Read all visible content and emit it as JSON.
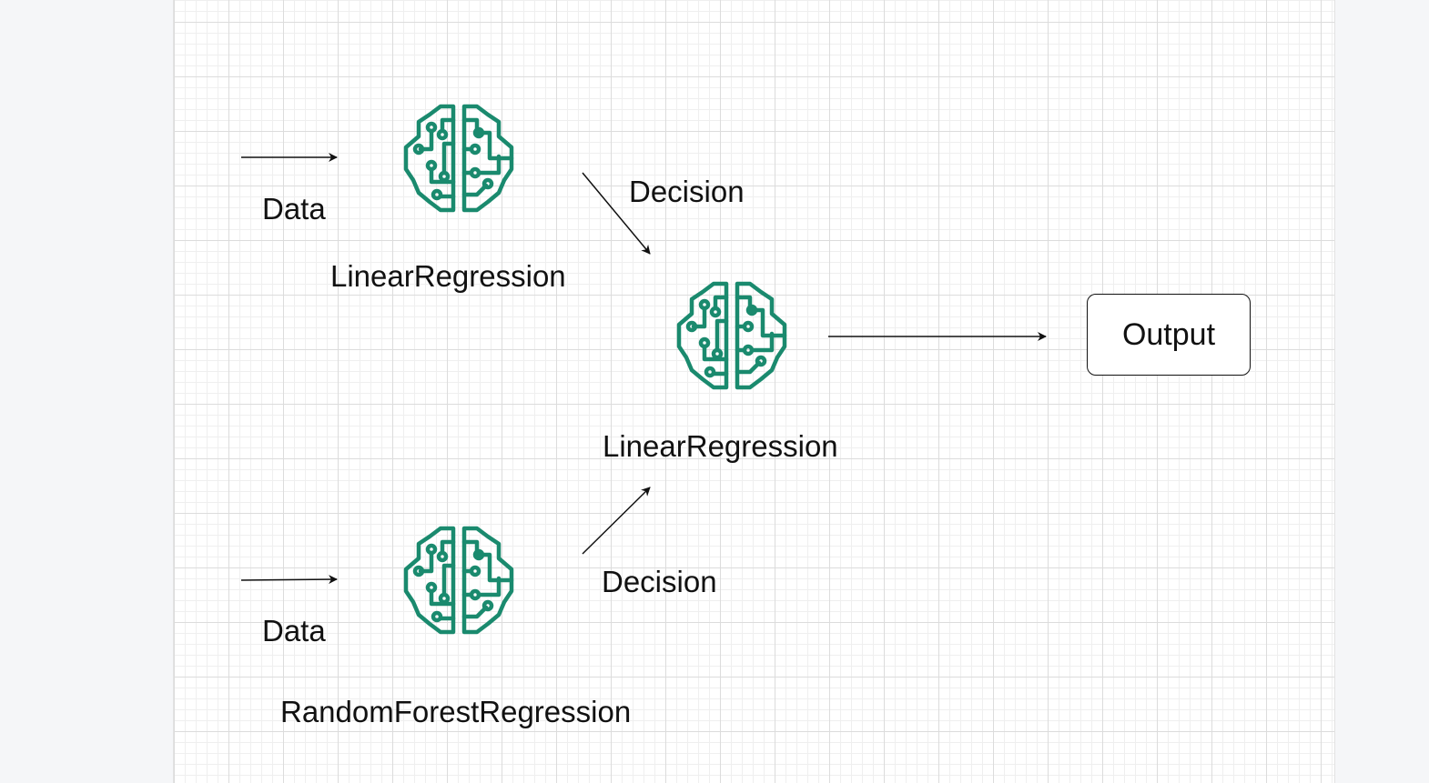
{
  "colors": {
    "icon": "#1a8a6e",
    "arrow": "#111111"
  },
  "icons": [
    "brain-icon",
    "brain-icon",
    "brain-icon"
  ],
  "labels": {
    "data_top": "Data",
    "data_bottom": "Data",
    "model_top": "LinearRegression",
    "model_middle": "LinearRegression",
    "model_bottom": "RandomForestRegression",
    "decision_top": "Decision",
    "decision_bottom": "Decision",
    "output": "Output"
  }
}
